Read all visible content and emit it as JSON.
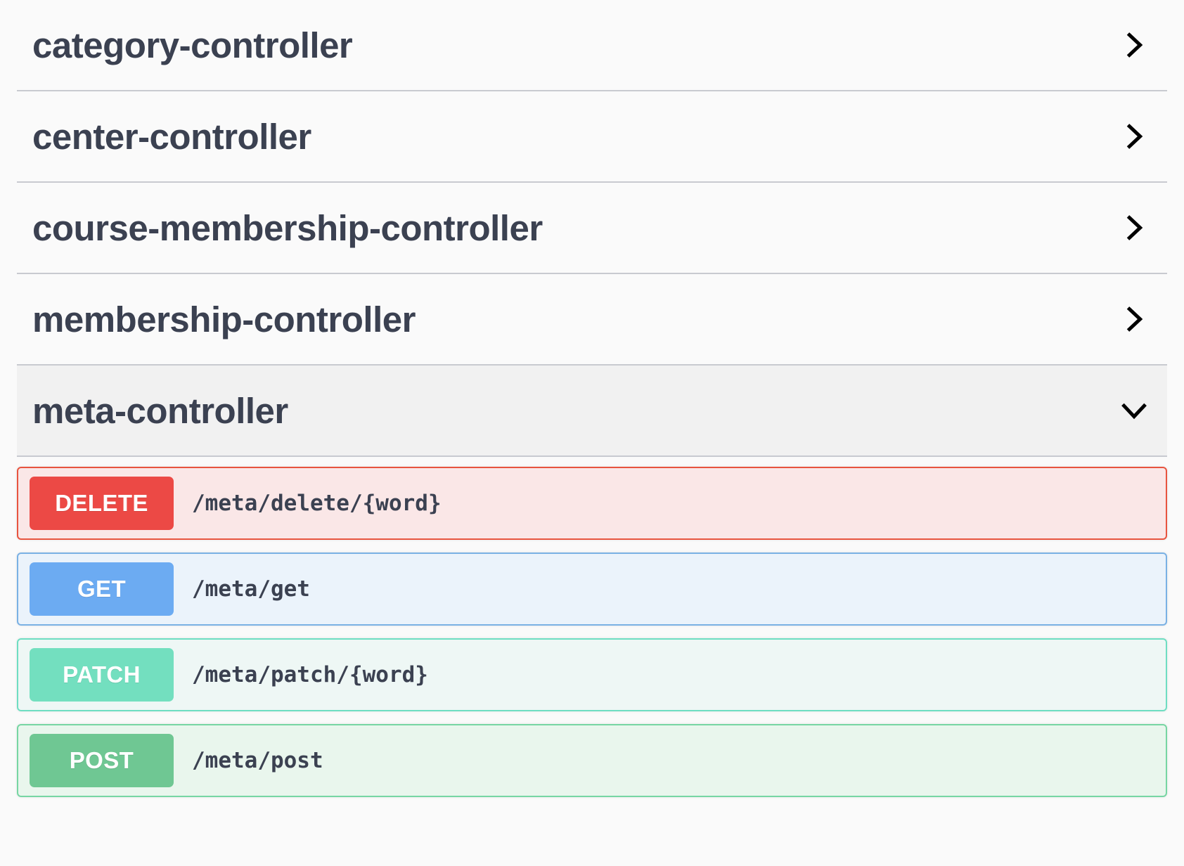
{
  "page": {
    "background_color": "#fafafa",
    "divider_color": "#c8cad0",
    "text_color": "#3b4151"
  },
  "tags": [
    {
      "name": "category-controller",
      "expanded": false,
      "toggle_icon": "chevron-right-icon",
      "operations": []
    },
    {
      "name": "center-controller",
      "expanded": false,
      "toggle_icon": "chevron-right-icon",
      "operations": []
    },
    {
      "name": "course-membership-controller",
      "expanded": false,
      "toggle_icon": "chevron-right-icon",
      "operations": []
    },
    {
      "name": "membership-controller",
      "expanded": false,
      "toggle_icon": "chevron-right-icon",
      "operations": []
    },
    {
      "name": "meta-controller",
      "expanded": true,
      "toggle_icon": "chevron-down-icon",
      "operations": [
        {
          "method": "DELETE",
          "path": "/meta/delete/{word}",
          "badge_color": "#ec4945",
          "row_background": "#fae7e7",
          "row_border": "#e8543f"
        },
        {
          "method": "GET",
          "path": "/meta/get",
          "badge_color": "#6cabf2",
          "row_background": "#ebf3fb",
          "row_border": "#7ab1e4"
        },
        {
          "method": "PATCH",
          "path": "/meta/patch/{word}",
          "badge_color": "#73dfbf",
          "row_background": "#eef7f5",
          "row_border": "#6fdec2"
        },
        {
          "method": "POST",
          "path": "/meta/post",
          "badge_color": "#6fc793",
          "row_background": "#e9f6ed",
          "row_border": "#77d6a3"
        }
      ]
    }
  ]
}
